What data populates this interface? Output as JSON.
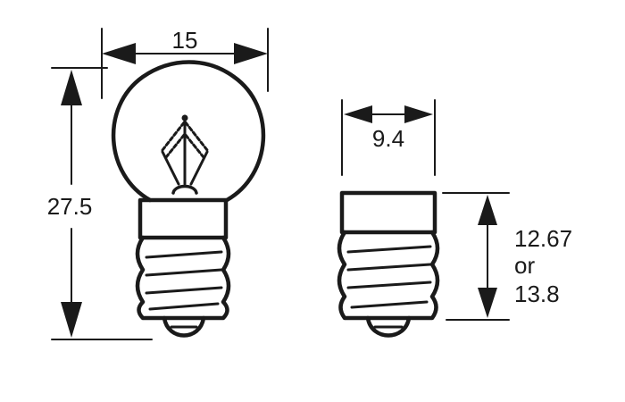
{
  "bulb_side": {
    "width_label": "15",
    "height_label": "27.5"
  },
  "base_only": {
    "width_label": "9.4",
    "height_label_line1": "12.67",
    "height_label_line2": "or",
    "height_label_line3": "13.8"
  },
  "colors": {
    "line": "#1a1a1a",
    "background": "#ffffff"
  }
}
